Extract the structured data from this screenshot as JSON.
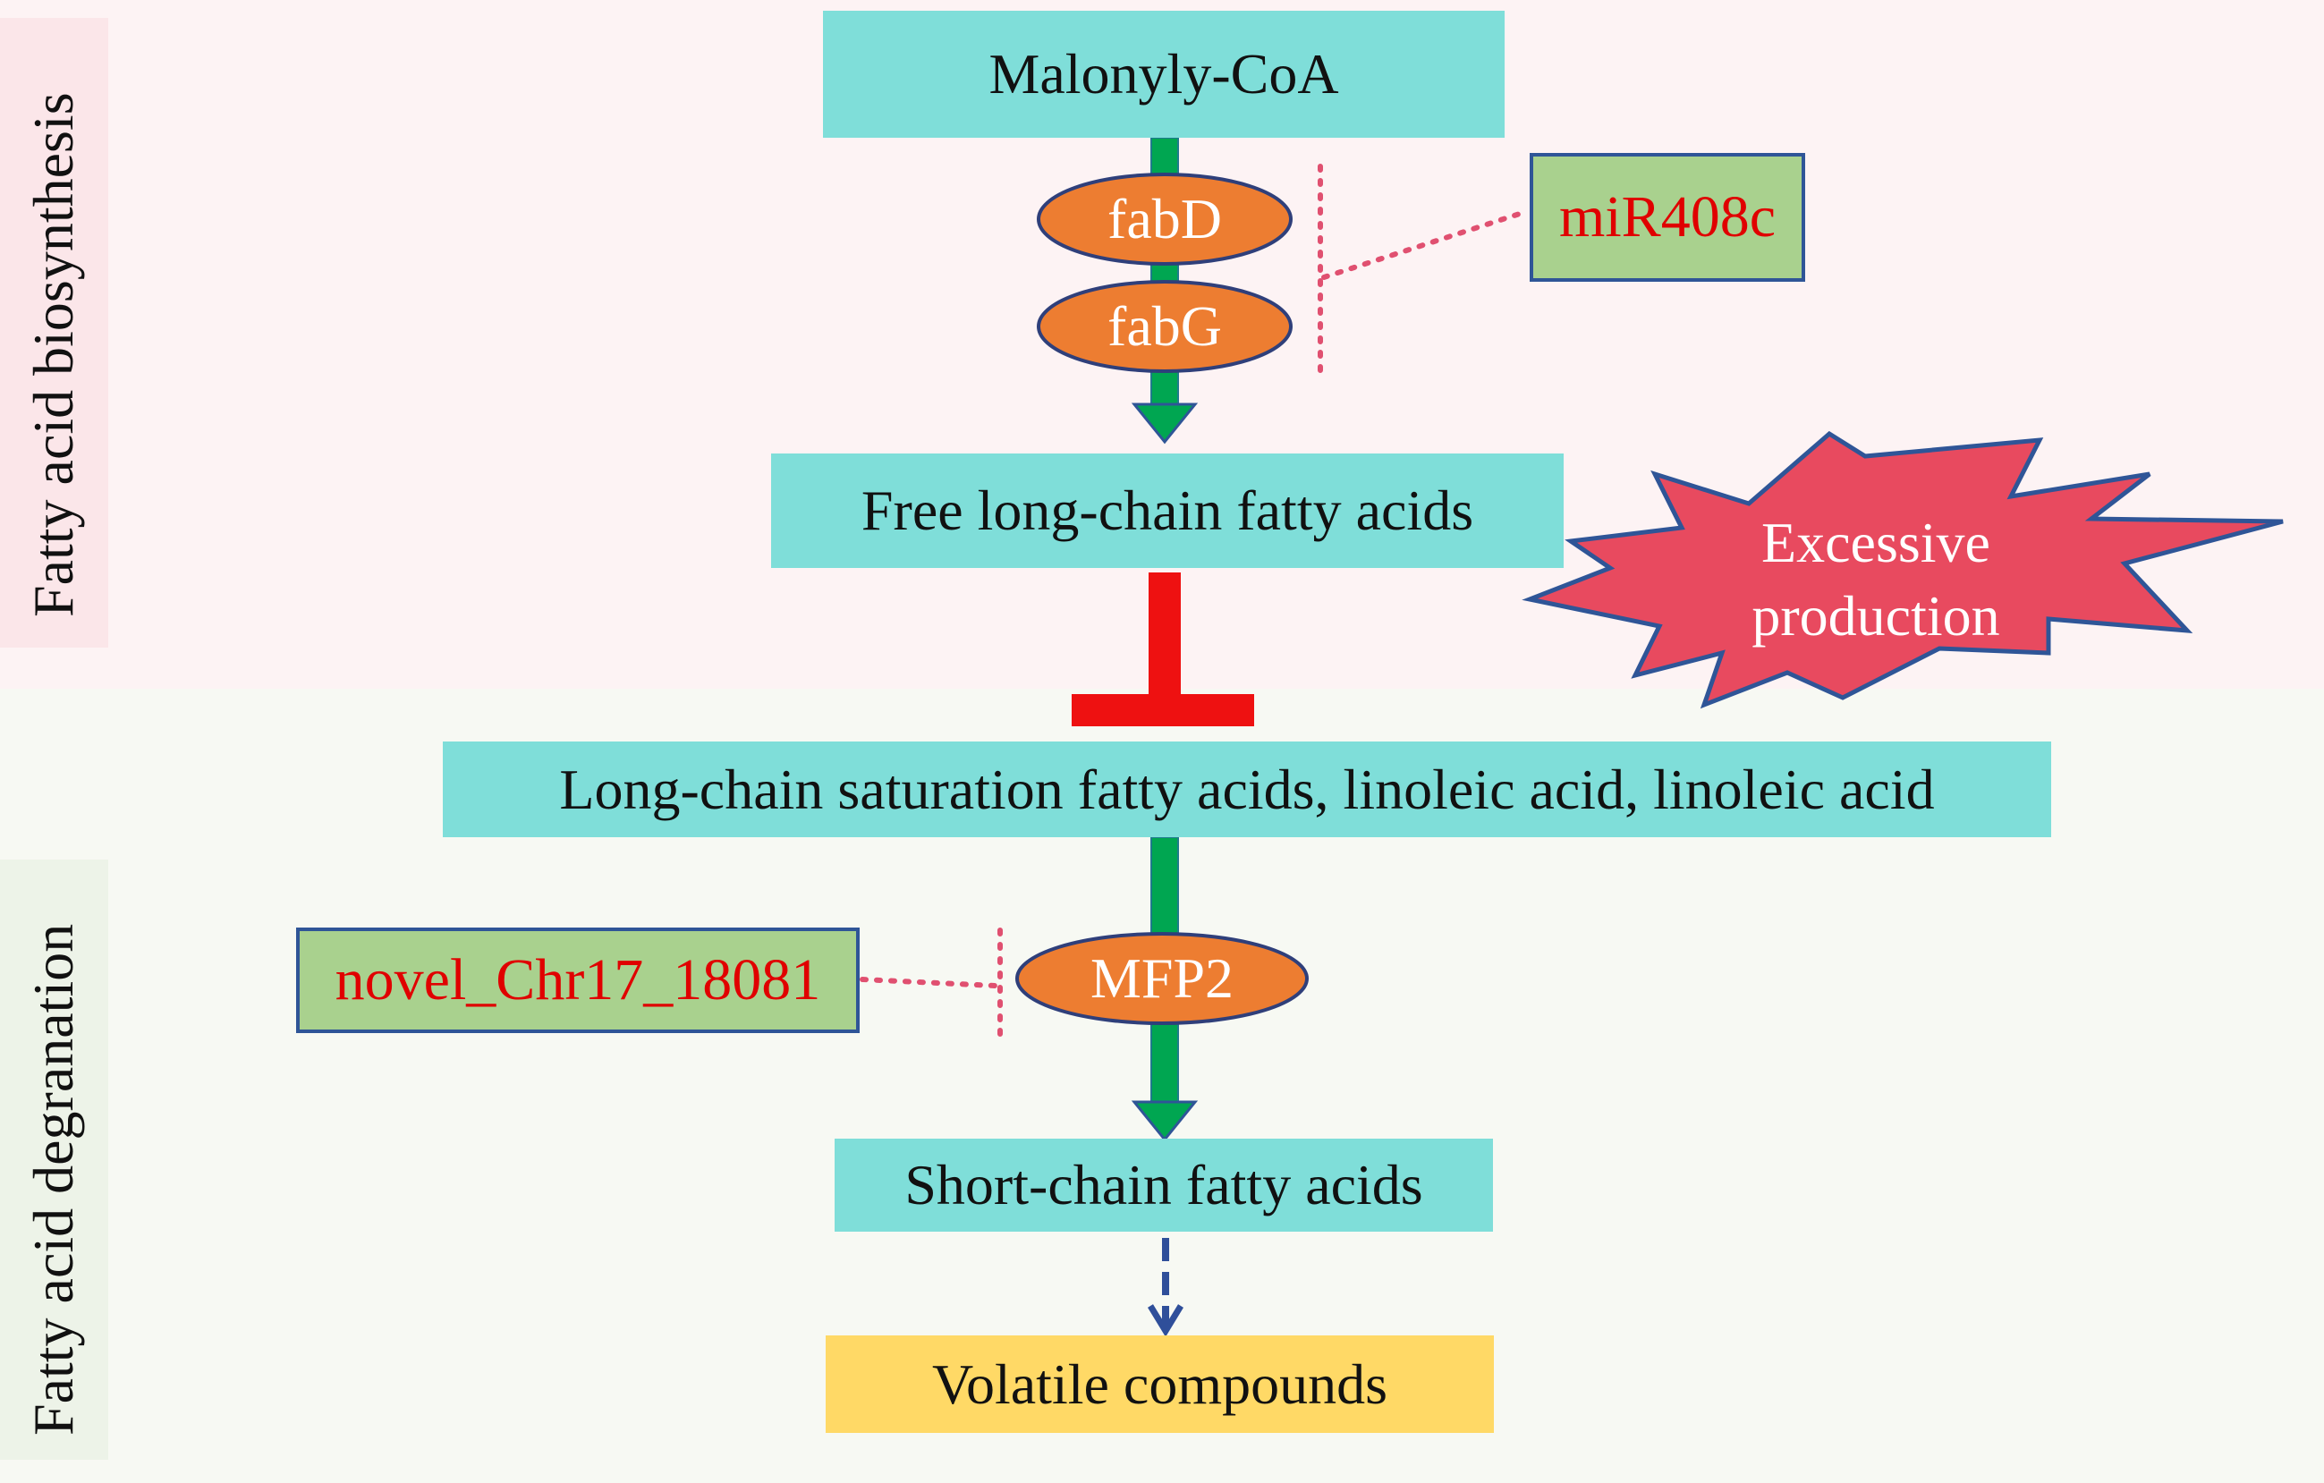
{
  "sections": {
    "top_label": "Fatty acid biosynthesis",
    "bottom_label": "Fatty acid degranation"
  },
  "nodes": {
    "malonyl": "Malonyly-CoA",
    "fabD": "fabD",
    "fabG": "fabG",
    "free_lcfa": "Free long-chain fatty acids",
    "long_chain": "Long-chain saturation fatty acids, linoleic acid, linoleic acid",
    "mfp2": "MFP2",
    "short_chain": "Short-chain fatty acids",
    "volatile": "Volatile compounds"
  },
  "regulators": {
    "mir408c": "miR408c",
    "novel": "novel_Chr17_18081"
  },
  "callout": {
    "line1": "Excessive",
    "line2": "production"
  },
  "colors": {
    "node_fill": "#7fded9",
    "enzyme_fill": "#ed7d31",
    "regulator_fill": "#a9d18e",
    "regulator_text": "#e00000",
    "flow_arrow": "#00a651",
    "inhibition": "#ee1111",
    "burst_fill": "#e84a5f",
    "final_fill": "#ffd966"
  }
}
